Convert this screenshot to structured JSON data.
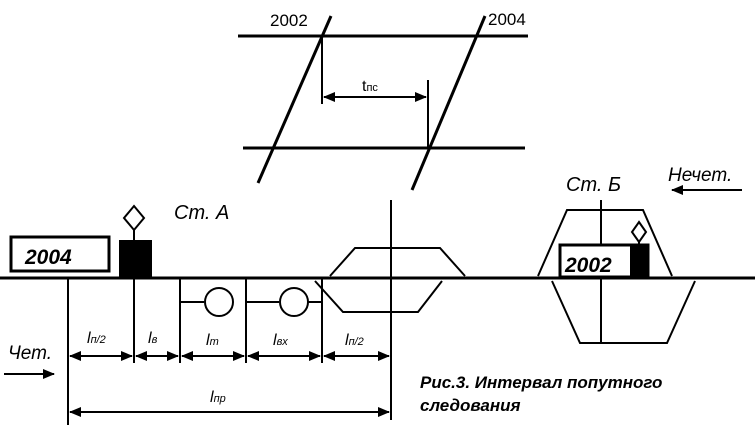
{
  "diagram": {
    "graph": {
      "train_left": "2002",
      "train_right": "2004",
      "interval_label": "t",
      "interval_sub": "пс"
    },
    "stations": {
      "a": "Ст. А",
      "b": "Ст. Б"
    },
    "directions": {
      "even": "Чет.",
      "odd": "Нечет."
    },
    "trains": {
      "left": "2004",
      "right": "2002"
    },
    "segments": [
      {
        "main": "l",
        "sub": "п/2"
      },
      {
        "main": "l",
        "sub": "в"
      },
      {
        "main": "l",
        "sub": "т"
      },
      {
        "main": "l",
        "sub": "вх"
      },
      {
        "main": "l",
        "sub": "п/2"
      }
    ],
    "total": {
      "main": "l",
      "sub": "пр"
    },
    "caption": {
      "line1": "Рис.3. Интервал попутного",
      "line2": "следования"
    }
  }
}
